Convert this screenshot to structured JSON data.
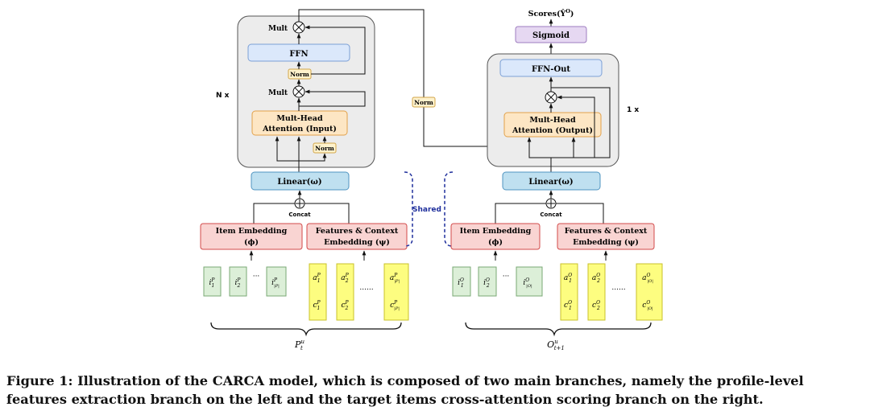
{
  "left_branch": {
    "repeat_label": "N x",
    "mult_top": "Mult",
    "ffn": "FFN",
    "norm_top": "Norm",
    "mult_mid": "Mult",
    "attention_line1": "Mult-Head",
    "attention_line2": "Attention (Input)",
    "norm_bottom": "Norm",
    "linear": "Linear(ω)",
    "concat": "Concat",
    "item_embedding_line1": "Item Embedding",
    "item_embedding_line2": "(ϕ)",
    "features_line1": "Features & Context",
    "features_line2": "Embedding (ψ)",
    "brace_label_base": "P",
    "brace_label_sup": "u",
    "brace_label_sub": "t"
  },
  "right_branch": {
    "repeat_label": "1 x",
    "scores_label": "Scores(Ŷ",
    "scores_sup": "O",
    "scores_close": ")",
    "sigmoid": "Sigmoid",
    "ffn_out": "FFN-Out",
    "attention_line1": "Mult-Head",
    "attention_line2": "Attention (Output)",
    "linear": "Linear(ω)",
    "concat": "Concat",
    "item_embedding_line1": "Item Embedding",
    "item_embedding_line2": "(ϕ)",
    "features_line1": "Features & Context",
    "features_line2": "Embedding (ψ)",
    "brace_label_base": "O",
    "brace_label_sup": "u",
    "brace_label_sub": "t+1"
  },
  "middle": {
    "norm": "Norm",
    "shared": "Shared"
  },
  "left_tokens": {
    "item": [
      {
        "base": "i",
        "sup": "P",
        "sub": "1"
      },
      {
        "base": "i",
        "sup": "P",
        "sub": "2"
      },
      {
        "base": "i",
        "sup": "P",
        "sub": "|P|"
      }
    ],
    "attr": [
      {
        "base": "a",
        "sup": "P",
        "sub": "1"
      },
      {
        "base": "a",
        "sup": "P",
        "sub": "2"
      },
      {
        "base": "a",
        "sup": "P",
        "sub": "|P|"
      }
    ],
    "ctx": [
      {
        "base": "c",
        "sup": "P",
        "sub": "1"
      },
      {
        "base": "c",
        "sup": "P",
        "sub": "2"
      },
      {
        "base": "c",
        "sup": "P",
        "sub": "|P|"
      }
    ]
  },
  "right_tokens": {
    "item": [
      {
        "base": "i",
        "sup": "O",
        "sub": "1"
      },
      {
        "base": "i",
        "sup": "O",
        "sub": "2"
      },
      {
        "base": "i",
        "sup": "O",
        "sub": "|O|"
      }
    ],
    "attr": [
      {
        "base": "a",
        "sup": "O",
        "sub": "1"
      },
      {
        "base": "a",
        "sup": "O",
        "sub": "2"
      },
      {
        "base": "a",
        "sup": "O",
        "sub": "|O|"
      }
    ],
    "ctx": [
      {
        "base": "c",
        "sup": "O",
        "sub": "1"
      },
      {
        "base": "c",
        "sup": "O",
        "sub": "2"
      },
      {
        "base": "c",
        "sup": "O",
        "sub": "|O|"
      }
    ]
  },
  "ellipsis_short": "···",
  "ellipsis_long": "......",
  "caption": "Figure 1: Illustration of the CARCA model, which is composed of two main branches, namely the profile-level features extraction branch on the left and the target items cross-attention scoring branch on the right.",
  "colors": {
    "container_fill": "#ececec",
    "blue_fill": "#dbe8fb",
    "blue_stroke": "#7b9fd6",
    "orange_fill": "#fde6c4",
    "orange_stroke": "#e2a14a",
    "norm_fill": "#fff2cc",
    "norm_stroke": "#d2a64a",
    "linear_fill": "#bfe0f0",
    "linear_stroke": "#4f94c0",
    "sigmoid_fill": "#e6d8f2",
    "sigmoid_stroke": "#9e7dc0",
    "embed_fill": "#f9d4d2",
    "embed_stroke": "#d24a4a",
    "green_fill": "#dcefd8",
    "green_stroke": "#7aa874",
    "yellow_fill": "#fdfd80",
    "yellow_stroke": "#c9c12a",
    "shared_color": "#1f2f9c"
  }
}
